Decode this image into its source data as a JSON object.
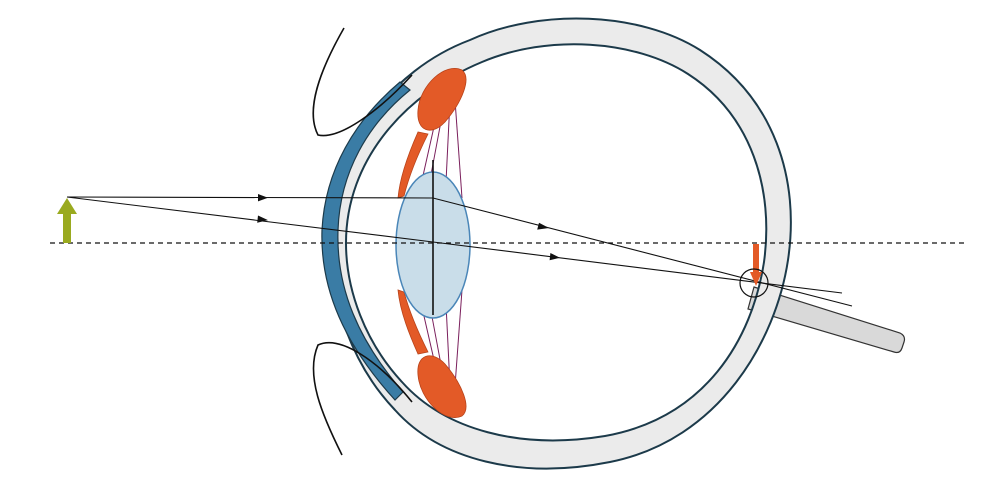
{
  "diagram": {
    "colors": {
      "sclera_fill": "#ebebeb",
      "outline": "#1c3a4a",
      "cornea": "#3a7ca5",
      "lens_fill": "#c9dde9",
      "lens_stroke": "#4a86b8",
      "muscle": "#e35a27",
      "zonule": "#7a1f5c",
      "object_arrow": "#9aaa1f",
      "ray": "#111111",
      "optic_nerve_fill": "#d9d9d9"
    },
    "components": [
      "upper-eyelid",
      "lower-eyelid",
      "cornea",
      "sclera",
      "crystalline-lens",
      "ciliary-muscle-upper",
      "ciliary-muscle-lower",
      "zonule-fibers",
      "optic-nerve",
      "image-on-retina",
      "object-arrow",
      "optical-axis",
      "light-rays"
    ]
  }
}
